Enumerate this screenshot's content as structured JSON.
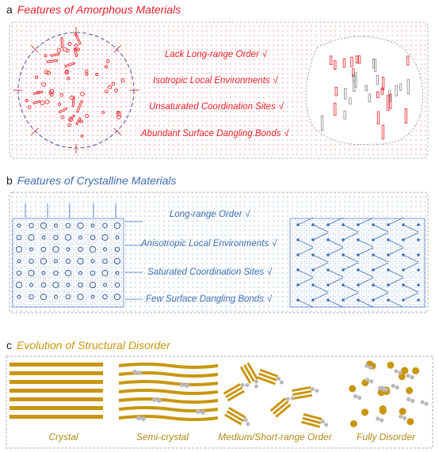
{
  "colors": {
    "amorphous": "#e8202a",
    "crystalline": "#3d6db0",
    "disorder": "#c8960f",
    "atom_gray": "#b9b9b9",
    "text_dark": "#222222"
  },
  "sections": {
    "a": {
      "letter": "a",
      "title": "Features of Amorphous Materials",
      "features": [
        {
          "text": "Lack Long-range Order",
          "check": "√"
        },
        {
          "text": "Isotropic Local Environments",
          "check": "√"
        },
        {
          "text": "Unsaturated Coordination Sites",
          "check": "√"
        },
        {
          "text": "Abundant Surface Dangling Bonds",
          "check": "√"
        }
      ]
    },
    "b": {
      "letter": "b",
      "title": "Features of Crystalline Materials",
      "features": [
        {
          "text": "Long-range Order",
          "check": "√"
        },
        {
          "text": "Anisotropic Local Environments",
          "check": "√"
        },
        {
          "text": "Saturated Coordination Sites",
          "check": "√"
        },
        {
          "text": "Few Surface Dangling Bonds",
          "check": "√"
        }
      ]
    },
    "c": {
      "letter": "c",
      "title": "Evolution of Structural Disorder",
      "captions": [
        "Crystal",
        "Semi-crystal",
        "Medium/Short-range Order",
        "Fully Disorder"
      ]
    }
  }
}
